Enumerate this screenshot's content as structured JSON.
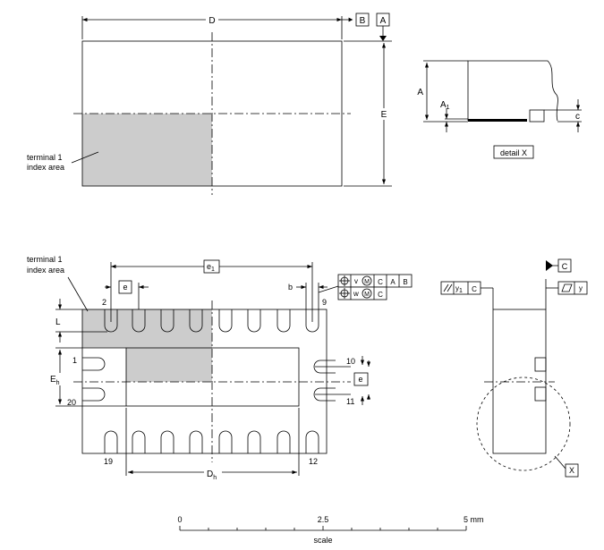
{
  "top_view": {
    "dim_D": "D",
    "datum_B": "B",
    "datum_A": "A",
    "dim_E": "E",
    "index_label_line1": "terminal 1",
    "index_label_line2": "index area"
  },
  "detail_view": {
    "dim_A": "A",
    "dim_A1": "A",
    "dim_A1_sub": "1",
    "dim_c": "c",
    "caption": "detail X"
  },
  "bottom_view": {
    "index_label_line1": "terminal 1",
    "index_label_line2": "index area",
    "dim_e1": "e",
    "dim_e1_sub": "1",
    "dim_e": "e",
    "dim_b": "b",
    "dim_L": "L",
    "dim_Eh": "E",
    "dim_Eh_sub": "h",
    "dim_Dh": "D",
    "dim_Dh_sub": "h",
    "pin_2": "2",
    "pin_9": "9",
    "pin_1": "1",
    "pin_20": "20",
    "pin_10": "10",
    "pin_11": "11",
    "pin_19": "19",
    "pin_12": "12",
    "fcf_row1": [
      "v",
      "C",
      "A",
      "B"
    ],
    "fcf_row2": [
      "w",
      "C"
    ],
    "fcf_e_right": "e"
  },
  "side_view": {
    "datum_C": "C",
    "parallel_y1": "y",
    "parallel_y1_sub": "1",
    "parallel_C": "C",
    "flatness_y": "y",
    "detail_ref": "X"
  },
  "scale_bar": {
    "tick_0": "0",
    "tick_mid": "2.5",
    "tick_end": "5 mm",
    "label": "scale",
    "ticks_mm": [
      0,
      2.5,
      5
    ]
  }
}
